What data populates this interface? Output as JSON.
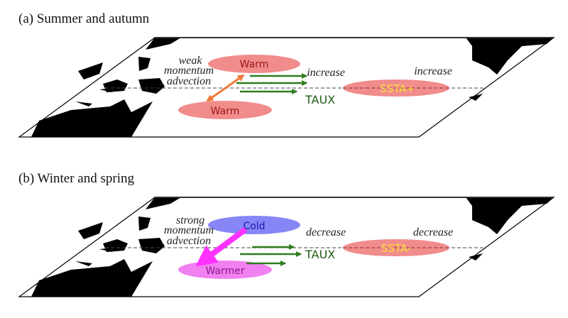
{
  "panels": [
    {
      "title": "(a) Summer and autumn",
      "advection_label": [
        "weak",
        "momentum",
        "advection"
      ],
      "upper_blob": {
        "label": "Warm",
        "fill": "#f08080",
        "text_color": "#a01818"
      },
      "lower_blob": {
        "label": "Warm",
        "fill": "#f08080",
        "text_color": "#a01818"
      },
      "advection_arrow": {
        "style": "double-headed",
        "color": "#f07a3a"
      },
      "taux_label": "TAUX",
      "taux_change": "increase",
      "ssta_label": "SSTA+",
      "ssta_change": "increase"
    },
    {
      "title": "(b) Winter and spring",
      "advection_label": [
        "strong",
        "momentum",
        "advection"
      ],
      "upper_blob": {
        "label": "Cold",
        "fill": "#7f7ff5",
        "text_color": "#1a1ab0"
      },
      "lower_blob": {
        "label": "Warmer",
        "fill": "#f07af0",
        "text_color": "#8a1a8a"
      },
      "advection_arrow": {
        "style": "single-headed",
        "color": "#ff33ff"
      },
      "taux_label": "TAUX",
      "taux_change": "decrease",
      "ssta_label": "SSTA-",
      "ssta_change": "decrease"
    }
  ],
  "colors": {
    "taux_arrow": "#2e7d1e",
    "taux_text": "#1f5e14",
    "ssta_blob": "#f08080",
    "ssta_text": "#f5e03a",
    "land": "#000000"
  }
}
